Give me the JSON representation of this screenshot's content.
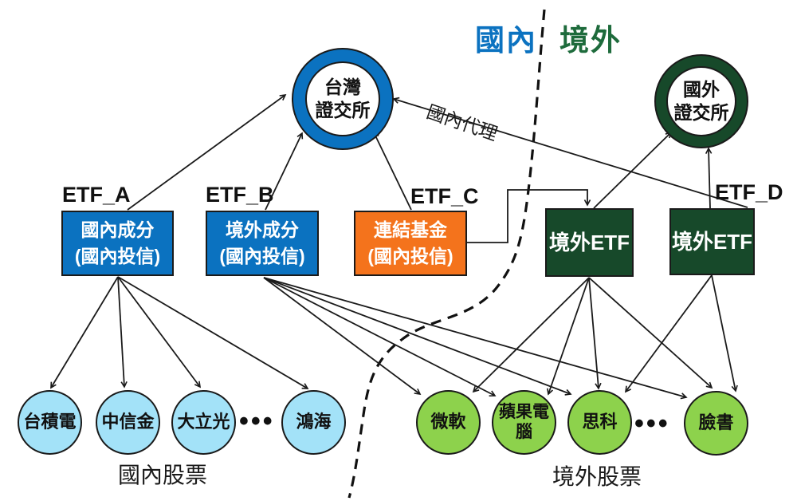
{
  "region_divider": {
    "domestic_label": "國內",
    "offshore_label": "境外",
    "domestic_color": "#0B72C0",
    "offshore_color": "#1E6B3C"
  },
  "exchanges": {
    "taiwan": {
      "line1": "台灣",
      "line2": "證交所",
      "ring_color": "#0B72C0"
    },
    "foreign": {
      "line1": "國外",
      "line2": "證交所",
      "ring_color": "#17492A"
    }
  },
  "agent_arrow_label": "國內代理",
  "etf_boxes": [
    {
      "tag": "ETF_A",
      "line1": "國內成分",
      "line2": "(國內投信)",
      "fill": "#0B72C0"
    },
    {
      "tag": "ETF_B",
      "line1": "境外成分",
      "line2": "(國內投信)",
      "fill": "#0B72C0"
    },
    {
      "tag": "ETF_C",
      "line1": "連結基金",
      "line2": "(國內投信)",
      "fill": "#F4731C"
    },
    {
      "tag": "",
      "line1": "境外ETF",
      "line2": "",
      "fill": "#17492A"
    },
    {
      "tag": "ETF_D",
      "line1": "境外ETF",
      "line2": "",
      "fill": "#17492A"
    }
  ],
  "domestic_stocks": {
    "items": [
      "台積電",
      "中信金",
      "大立光",
      "鴻海"
    ],
    "ellipsis": "•••",
    "group_label": "國內股票",
    "fill": "#A3E2F8"
  },
  "foreign_stocks": {
    "items": [
      "微軟",
      "蘋果電腦",
      "思科",
      "臉書"
    ],
    "ellipsis": "•••",
    "group_label": "境外股票",
    "fill": "#8DD24C"
  }
}
